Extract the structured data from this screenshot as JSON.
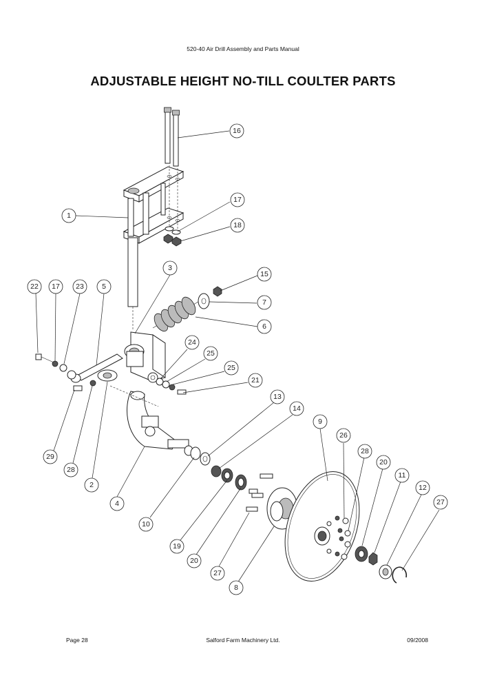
{
  "header": {
    "manual_title": "520-40 Air Drill Assembly and Parts Manual"
  },
  "title": "ADJUSTABLE HEIGHT NO-TILL COULTER PARTS",
  "footer": {
    "page": "Page 28",
    "company": "Salford Farm Machinery Ltd.",
    "date": "09/2008"
  },
  "callouts": [
    "1",
    "2",
    "3",
    "4",
    "5",
    "6",
    "7",
    "8",
    "9",
    "10",
    "11",
    "12",
    "13",
    "14",
    "15",
    "16",
    "17",
    "17",
    "18",
    "19",
    "20",
    "20",
    "21",
    "22",
    "23",
    "24",
    "25",
    "25",
    "26",
    "27",
    "27",
    "28",
    "28",
    "29"
  ]
}
